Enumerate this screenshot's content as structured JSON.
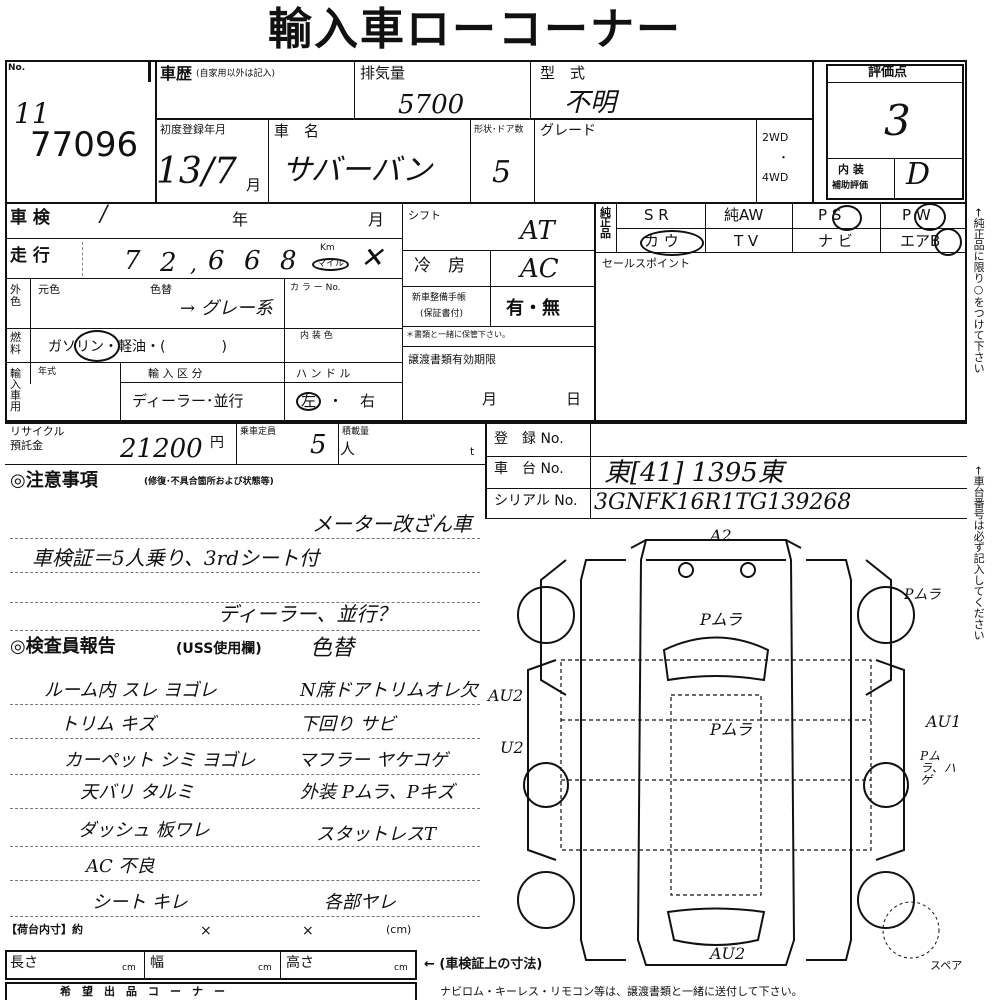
{
  "title": "輸入車ローコーナー",
  "lot": {
    "no_label": "No.",
    "number": "77096",
    "prefix": "11"
  },
  "history": {
    "label": "車歴",
    "note": "(自家用以外は記入)"
  },
  "displacement": {
    "label": "排気量",
    "value": "5700"
  },
  "model": {
    "label": "型　式",
    "value": "不明"
  },
  "rating": {
    "label": "評価点",
    "value": "3",
    "interior_label_1": "内 装",
    "interior_label_2": "補助評価",
    "interior_value": "D"
  },
  "first_reg": {
    "label": "初度登録年月",
    "value": "13/7",
    "month": "月"
  },
  "car_name": {
    "label": "車　名",
    "value": "サバーバン"
  },
  "doors": {
    "label": "形状･ドア数",
    "value": "5"
  },
  "grade": {
    "label": "グレード"
  },
  "drive": {
    "two": "2WD",
    "dot": "・",
    "four": "4WD"
  },
  "inspection": {
    "label": "車 検",
    "year": "年",
    "month": "月"
  },
  "shift": {
    "label": "シフト",
    "value": "AT"
  },
  "equipment": {
    "label": "純正品",
    "items": [
      "S R",
      "純AW",
      "P S",
      "P W",
      "カ ウ",
      "T V",
      "ナ ビ",
      "エアB"
    ]
  },
  "mileage": {
    "label": "走 行",
    "digits": [
      "7",
      "2",
      "6",
      "6",
      "8"
    ],
    "unit_km": "Km",
    "unit_mile": "マイル"
  },
  "aircon": {
    "label": "冷　房",
    "value": "AC"
  },
  "sales_point": {
    "label": "セールスポイント"
  },
  "exterior": {
    "label": "外色",
    "orig_label": "元色",
    "change_label": "色替",
    "change_value": "→ グレー系",
    "color_no_label": "カ ラ ー No."
  },
  "manual": {
    "label_1": "新車整備手帳",
    "label_2": "(保証書付)",
    "value": "有・無",
    "note": "＊書類と一緒に保管下さい。"
  },
  "fuel": {
    "label": "燃料",
    "options": "ガソリン・軽油・(　　　　)",
    "interior_color_label": "内 装 色"
  },
  "transfer_doc": {
    "label": "譲渡書類有効期限",
    "month": "月",
    "day": "日"
  },
  "import": {
    "label": "輸入車用",
    "year_label": "年式",
    "class_label": "輸 入 区 分",
    "class_value": "ディーラー･並行",
    "handle_label": "ハ ン ド ル",
    "handle_left": "左",
    "handle_right": "右"
  },
  "recycle": {
    "label_1": "リサイクル",
    "label_2": "預託金",
    "value": "21200",
    "yen": "円"
  },
  "capacity": {
    "label": "乗車定員",
    "value": "5",
    "unit": "人"
  },
  "load": {
    "label": "積載量",
    "unit": "t"
  },
  "registration": {
    "label": "登　録 No."
  },
  "chassis": {
    "label": "車　台 No.",
    "value": "東[41] 1395東"
  },
  "serial": {
    "label": "シリアル No.",
    "value": "3GNFK16R1TG139268"
  },
  "notes": {
    "heading": "◎注意事項",
    "heading_note": "(修復･不具合箇所および状態等)",
    "lines": [
      "メーター改ざん車",
      "車検証＝5人乗り、3rdシート付",
      "ディーラー、並行？"
    ]
  },
  "inspector": {
    "heading": "◎検査員報告",
    "heading_note": "(USS使用欄)",
    "heading_value": "色替",
    "left": [
      "ルーム内 スレ ヨゴレ",
      "トリム キズ",
      "カーペット シミ ヨゴレ",
      "天バリ タルミ",
      "ダッシュ 板ワレ",
      "AC 不良",
      "シート キレ"
    ],
    "right": [
      "N席ドアトリムオレ欠",
      "下回り サビ",
      "マフラー ヤケコゲ",
      "外装 Pムラ、Pキズ",
      "スタットレスT",
      "各部ヤレ"
    ]
  },
  "diagram": {
    "labels": {
      "a2_top": "A2",
      "p_top": "Pムラ",
      "p_front_right": "Pムラ",
      "au2_left": "AU2",
      "u2_left": "U2",
      "p_center": "Pムラ",
      "au1_right": "AU1",
      "p_right": "Pムラ、ハゲ",
      "au2_bottom": "AU2"
    },
    "spare": "スペア"
  },
  "bed": {
    "label": "【荷台内寸】約",
    "x1": "×",
    "x2": "×",
    "unit": "(cm)"
  },
  "dims": {
    "length": "長さ",
    "width": "幅",
    "height": "高さ",
    "cm": "cm",
    "note": "← (車検証上の寸法)"
  },
  "bottom": {
    "label": "希　望　出　品　コ　ー　ナ　ー",
    "note": "ナビロム・キーレス・リモコン等は、譲渡書類と一緒に送付して下さい。"
  },
  "side_notes": {
    "top": "←純正品に限り○をつけて下さい",
    "bottom": "←車台番号は必ず記入してください"
  }
}
